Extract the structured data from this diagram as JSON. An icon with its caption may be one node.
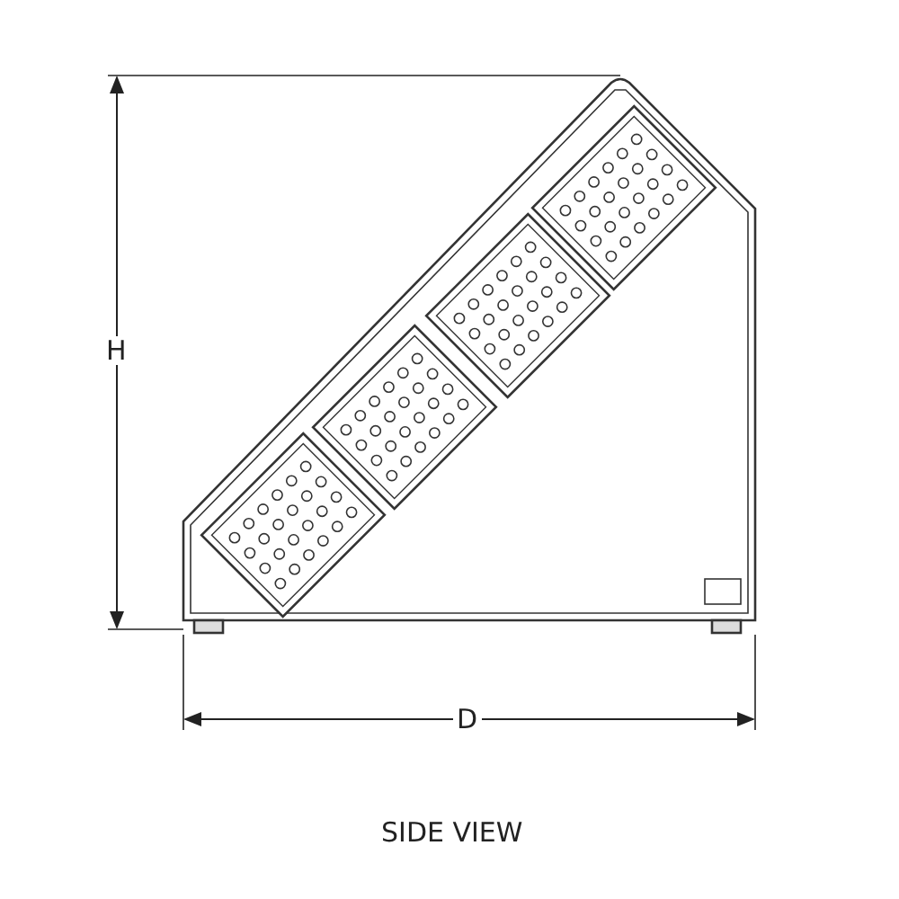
{
  "diagram": {
    "caption": "SIDE VIEW",
    "labels": [
      "H",
      "D"
    ]
  }
}
